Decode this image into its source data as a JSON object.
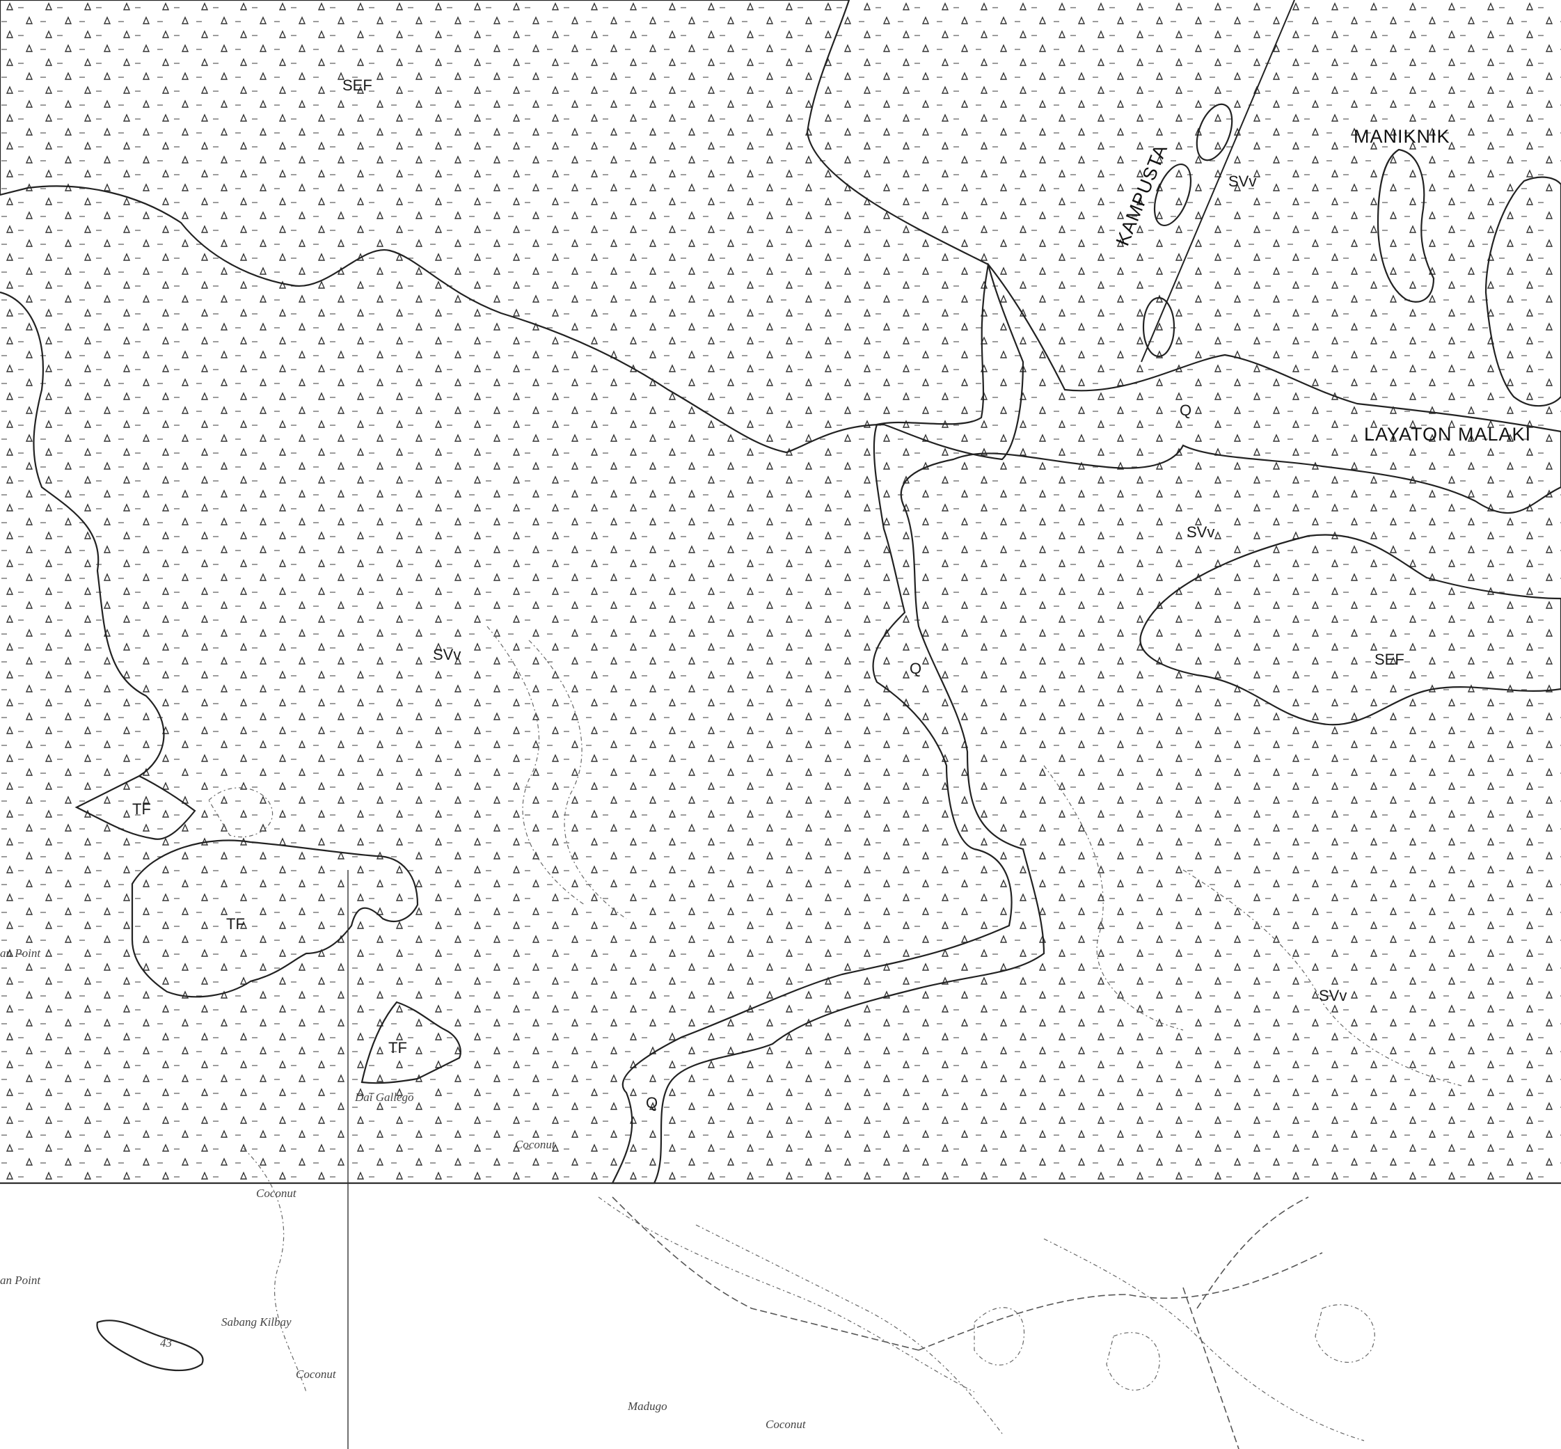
{
  "map": {
    "units": {
      "sef_north": "SEF",
      "sef_east": "SEF",
      "svv_center": "SVv",
      "svv_east": "SVv",
      "svv_southeast": "SVv",
      "svv_north": "SVv",
      "q_north": "Q",
      "q_mid": "Q",
      "q_south": "Q",
      "tf_1": "TF",
      "tf_2": "TF",
      "tf_3": "TF"
    },
    "places": {
      "kampusta": "KAMPUSTA",
      "maniknik": "MANIKNIK",
      "layaton_malaki": "LAYATON MALAKI"
    },
    "base_labels": {
      "point_1": "an Point",
      "point_2": "an Point",
      "sabang_kilbay": "Sabang Kilbay",
      "coconut_1": "Coconut",
      "coconut_2": "Coconut",
      "coconut_3": "Coconut",
      "coconut_4": "Coconut",
      "madugo": "Madugo",
      "dai_gallego": "Dai Gallego",
      "spot_height": "43"
    },
    "colors": {
      "ink": "#222222",
      "paper": "#ffffff",
      "contour": "#666666"
    }
  }
}
